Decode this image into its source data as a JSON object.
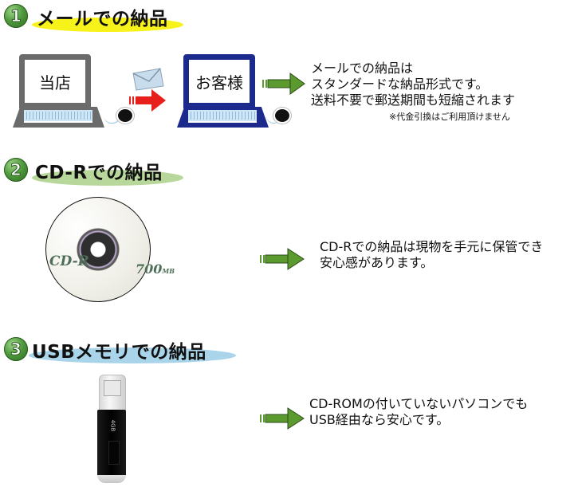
{
  "sections": [
    {
      "number": "1",
      "title": "メールでの納品",
      "highlight_color": "#f7f21a",
      "sender_label": "当店",
      "receiver_label": "お客様",
      "description_lines": [
        "メールでの納品は",
        "スタンダードな納品形式です。",
        "送料不要で郵送期間も短縮されます"
      ],
      "note": "※代金引換はご利用頂けません"
    },
    {
      "number": "2",
      "title": "CD-Rでの納品",
      "highlight_color": "#b8d79a",
      "disc_label": "CD-R",
      "disc_capacity": "700",
      "disc_capacity_unit": "MB",
      "description_lines": [
        "CD-Rでの納品は現物を手元に保管でき",
        "安心感があります。"
      ]
    },
    {
      "number": "3",
      "title": "USBメモリでの納品",
      "highlight_color": "#a9d4ea",
      "usb_text": "4GB",
      "description_lines": [
        "CD-ROMの付いていないパソコンでも",
        "USB経由なら安心です。"
      ]
    }
  ],
  "colors": {
    "badge_green": "#4f9a3c",
    "arrow_green": "#5a9a2e",
    "arrow_red": "#e8201c",
    "sender_laptop": "#6b6b6b",
    "receiver_laptop": "#1b2a8c"
  }
}
